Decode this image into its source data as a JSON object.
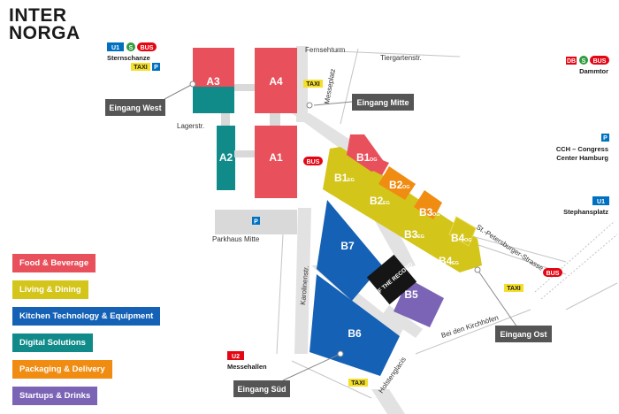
{
  "logo": {
    "line1": "INTER",
    "line2": "NORGA"
  },
  "colors": {
    "food": "#e8505b",
    "living": "#d4c51a",
    "kitchen": "#1461b5",
    "digital": "#118a8a",
    "packaging": "#f08c12",
    "startups": "#7b63b5",
    "entrance": "#555555",
    "road": "#d9d9d9",
    "taxi": "#f4e02a",
    "bus": "#e30613",
    "ubahn": "#0070c0",
    "sbahn": "#2e9b3e",
    "db": "#e30613"
  },
  "legend": [
    {
      "label": "Food & Beverage",
      "color": "#e8505b"
    },
    {
      "label": "Living & Dining",
      "color": "#d4c51a"
    },
    {
      "label": "Kitchen Technology & Equipment",
      "color": "#1461b5"
    },
    {
      "label": "Digital Solutions",
      "color": "#118a8a"
    },
    {
      "label": "Packaging & Delivery",
      "color": "#f08c12"
    },
    {
      "label": "Startups & Drinks",
      "color": "#7b63b5"
    }
  ],
  "halls": {
    "a3": "A3",
    "a4": "A4",
    "a2": "A2",
    "a1": "A1",
    "b7": "B7",
    "b6": "B6",
    "b5": "B5",
    "b1": "B1",
    "b2": "B2",
    "b3": "B3",
    "b4": "B4"
  },
  "floors": {
    "og": "OG",
    "eg": "EG"
  },
  "entrances": {
    "west": "Eingang West",
    "mitte": "Eingang Mitte",
    "ost": "Eingang Ost",
    "sued": "Eingang Süd"
  },
  "streets": {
    "fernsehturm": "Fernsehturm",
    "tiergartenstr": "Tiergartenstr.",
    "messeplatz": "Messeplatz",
    "lagerstr": "Lagerstr.",
    "parkhaus": "Parkhaus Mitte",
    "karolinenstr": "Karolinenstr.",
    "stpetersburger": "St.-Petersburger-Strasse",
    "kirchhoefen": "Bei den Kirchhöfen",
    "holstenglacis": "Holstenglacis"
  },
  "transit": {
    "sternschanze": "Sternschanze",
    "dammtor": "Dammtor",
    "cch": [
      "CCH – Congress",
      "Center Hamburg"
    ],
    "stephansplatz": "Stephansplatz",
    "messehallen": "Messehallen",
    "u1": "U1",
    "u2": "U2",
    "s": "S",
    "bus": "BUS",
    "taxi": "TAXI",
    "parking": "P",
    "db": "DB"
  },
  "badge_text": "OFF THE RECORD"
}
